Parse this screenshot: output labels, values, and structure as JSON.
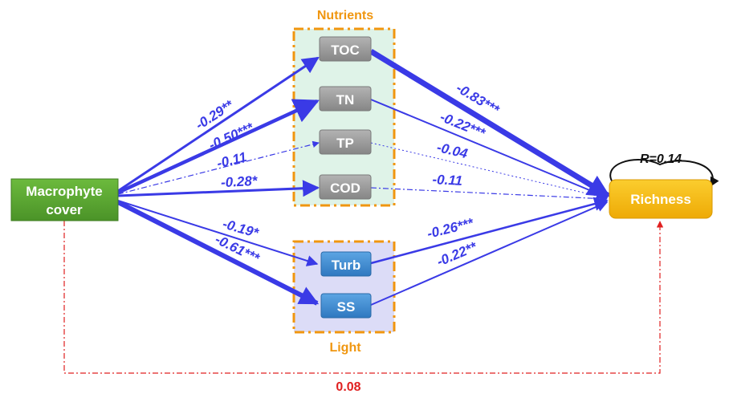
{
  "diagram": {
    "groups": {
      "nutrients": "Nutrients",
      "light": "Light"
    },
    "nodes": {
      "macrophyte": [
        "Macrophyte",
        "cover"
      ],
      "toc": "TOC",
      "tn": "TN",
      "tp": "TP",
      "cod": "COD",
      "turb": "Turb",
      "ss": "SS",
      "richness": "Richness"
    },
    "r_squared": "R=0.14",
    "paths": {
      "mac_toc": "-0.29**",
      "mac_tn": "-0.50***",
      "mac_tp": "-0.11",
      "mac_cod": "-0.28*",
      "mac_turb": "-0.19*",
      "mac_ss": "-0.61***",
      "toc_rich": "-0.83***",
      "tn_rich": "-0.22***",
      "tp_rich": "-0.04",
      "cod_rich": "-0.11",
      "turb_rich": "-0.26***",
      "ss_rich": "-0.22**",
      "mac_rich_direct": "0.08"
    },
    "colors": {
      "path_blue": "#3a3ae6",
      "direct_red": "#e02020",
      "group_border": "#f0960f",
      "nutrients_fill": "#dff3e8",
      "light_fill": "#dcdcf7",
      "macrophyte_fill": "#5aa532",
      "gray_node": "#9a9a9a",
      "blue_node": "#3d8fd6",
      "richness_fill": "#f5bd16"
    }
  }
}
